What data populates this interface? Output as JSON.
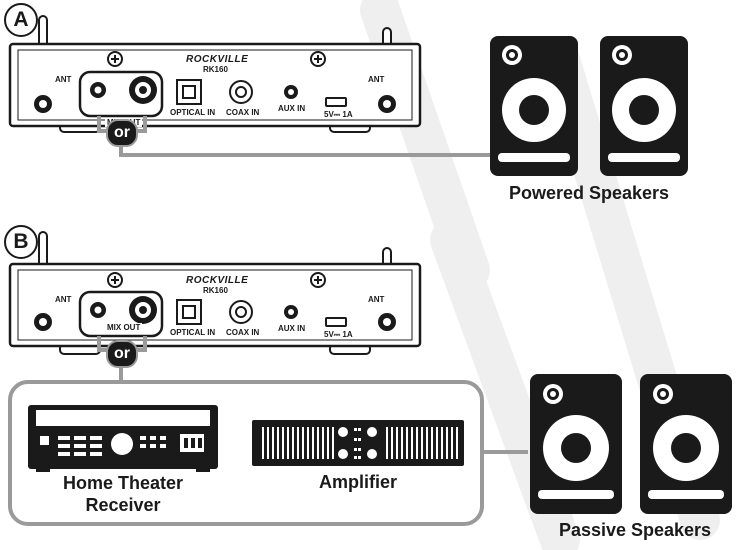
{
  "steps": [
    {
      "id": "A",
      "device": {
        "brand": "ROCKVILLE",
        "model": "RK160",
        "ant_left": "ANT",
        "ant_right": "ANT",
        "ports": {
          "mix_out": "MIX OUT",
          "optical_in": "OPTICAL IN",
          "coax_in": "COAX IN",
          "aux_in": "AUX IN",
          "usb": "5V⎓ 1A"
        }
      },
      "or_label": "or",
      "destination": "Powered Speakers"
    },
    {
      "id": "B",
      "device": {
        "brand": "ROCKVILLE",
        "model": "RK160",
        "ant_left": "ANT",
        "ant_right": "ANT",
        "ports": {
          "mix_out": "MIX OUT",
          "optical_in": "OPTICAL IN",
          "coax_in": "COAX IN",
          "aux_in": "AUX IN",
          "usb": "5V⎓ 1A"
        }
      },
      "or_label": "or",
      "options": [
        "Home Theater Receiver",
        "Amplifier"
      ],
      "options_lines": [
        [
          "Home Theater",
          "Receiver"
        ],
        [
          "Amplifier"
        ]
      ],
      "destination": "Passive Speakers"
    }
  ],
  "colors": {
    "ink": "#1a1a1a",
    "cable": "#9a9a9a",
    "watermark": "#efefef"
  }
}
